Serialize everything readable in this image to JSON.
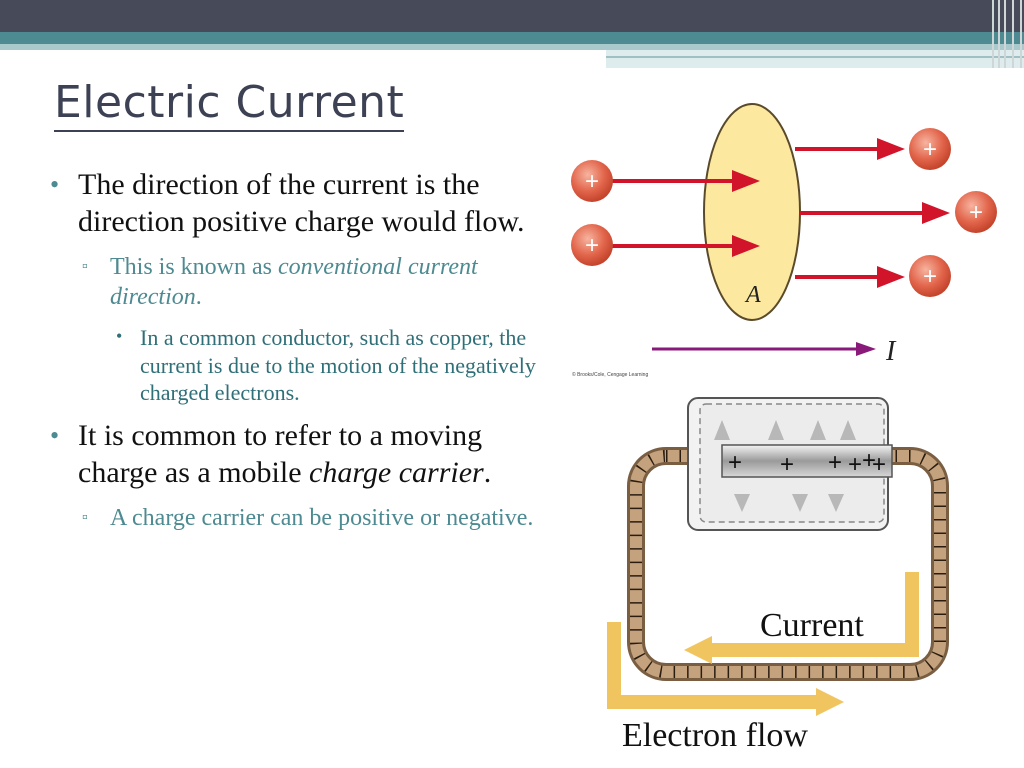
{
  "slide": {
    "title": "Electric Current",
    "bullets": [
      {
        "text": "The direction of the current is the direction positive charge would flow."
      },
      {
        "prefix": "This is known as ",
        "emph": "conventional current direction",
        "suffix": "."
      },
      {
        "text": "In a common conductor, such as copper, the current is due to the motion of the negatively charged electrons."
      },
      {
        "prefix": "It is common to refer to a moving charge as a mobile ",
        "emph": "charge carrier",
        "suffix": "."
      },
      {
        "text": "A charge carrier can be positive or negative."
      }
    ]
  },
  "figure_top": {
    "area_label": "A",
    "current_label": "I",
    "charge_symbol": "+",
    "credit": "© Brooks/Cole, Cengage Learning"
  },
  "figure_bottom": {
    "current_label": "Current",
    "electron_flow_label": "Electron flow",
    "plus_signs": [
      "+",
      "+",
      "+",
      "+",
      "+",
      "+"
    ]
  },
  "colors": {
    "topbar": "#464a59",
    "accent_teal": "#4d8a91",
    "title": "#3d4154",
    "arrow_red": "#d2142a",
    "charge_orange": "#e2664c",
    "disk_fill": "#fde8a0",
    "current_arrow": "#8a1a7a",
    "wire": "#a68565",
    "flow_arrow": "#f0c560"
  }
}
